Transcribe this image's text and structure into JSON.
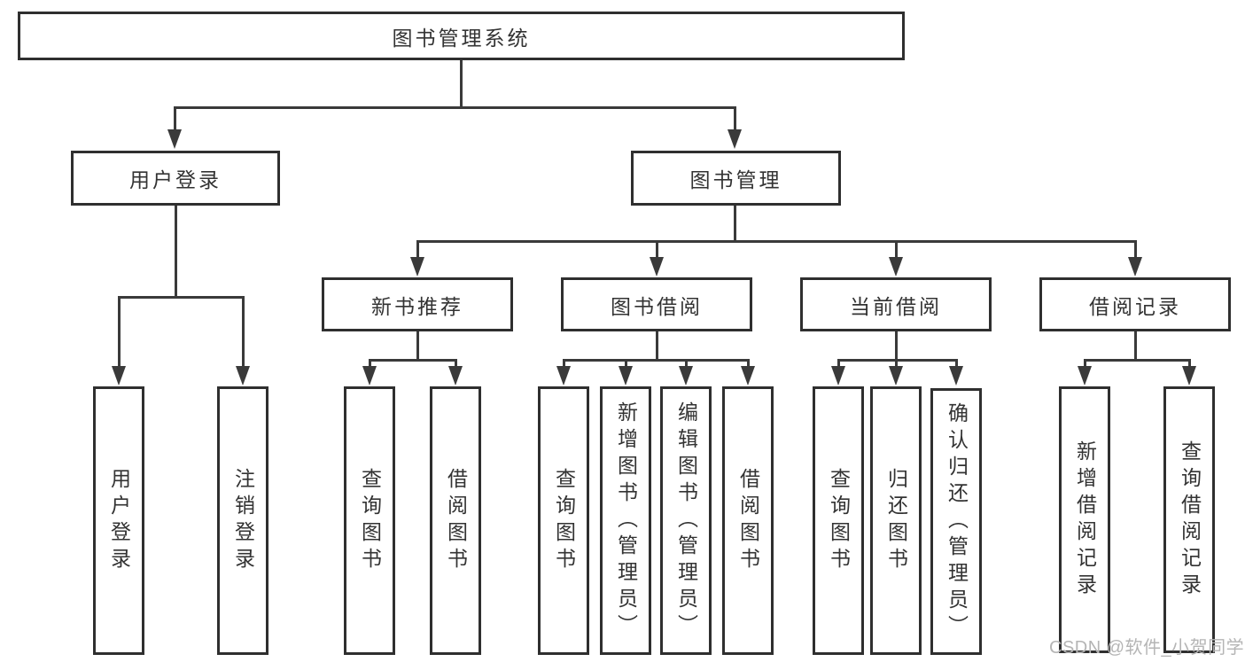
{
  "tree": {
    "label": "图书管理系统",
    "children": [
      {
        "label": "用户登录",
        "children": [
          {
            "label": "用户登录"
          },
          {
            "label": "注销登录"
          }
        ]
      },
      {
        "label": "图书管理",
        "children": [
          {
            "label": "新书推荐",
            "children": [
              {
                "label": "查询图书"
              },
              {
                "label": "借阅图书"
              }
            ]
          },
          {
            "label": "图书借阅",
            "children": [
              {
                "label": "查询图书"
              },
              {
                "label": "新增图书（管理员）"
              },
              {
                "label": "编辑图书（管理员）"
              },
              {
                "label": "借阅图书"
              }
            ]
          },
          {
            "label": "当前借阅",
            "children": [
              {
                "label": "查询图书"
              },
              {
                "label": "归还图书"
              },
              {
                "label": "确认归还（管理员）"
              }
            ]
          },
          {
            "label": "借阅记录",
            "children": [
              {
                "label": "新增借阅记录"
              },
              {
                "label": "查询借阅记录"
              }
            ]
          }
        ]
      }
    ]
  },
  "watermark": "CSDN @软件_小贺同学",
  "colors": {
    "line": "#3a3a3a",
    "box_border": "#2f2f2f",
    "text": "#333333",
    "watermark": "#b5b5b5",
    "background": "#ffffff"
  }
}
